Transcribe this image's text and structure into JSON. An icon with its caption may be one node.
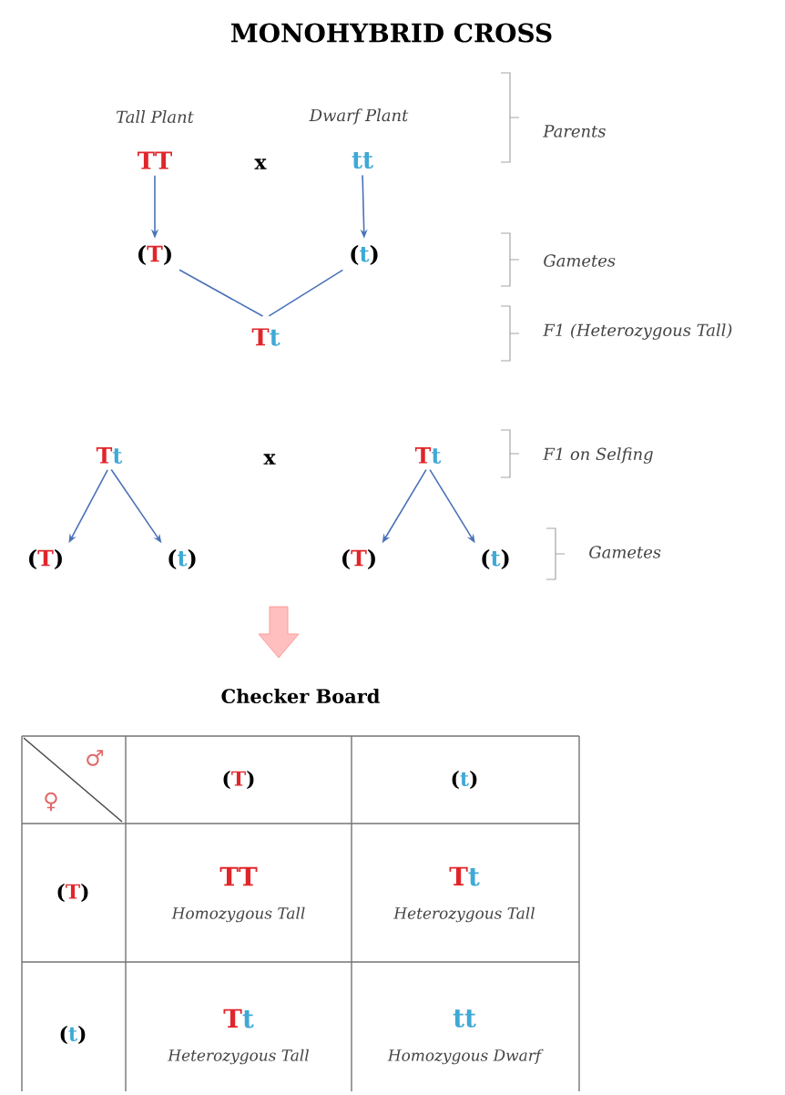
{
  "diagram": {
    "title": "MONOHYBRID CROSS",
    "nodes": [
      {
        "text": [
          "TT"
        ],
        "beside": [
          "Tall Plant"
        ]
      },
      {
        "text": [
          "tt"
        ],
        "beside": [
          "Dwarf Plant"
        ]
      },
      {
        "text": [
          "(T)"
        ]
      },
      {
        "text": [
          "(t)"
        ]
      },
      {
        "text": [
          "Tt"
        ]
      },
      {
        "text": [
          "Tt"
        ]
      },
      {
        "text": [
          "Tt"
        ]
      },
      {
        "text": [
          "(T)"
        ]
      },
      {
        "text": [
          "(t)"
        ]
      },
      {
        "text": [
          "(T)"
        ]
      },
      {
        "text": [
          "(t)"
        ]
      }
    ],
    "edges": [
      {
        "from": 0,
        "to": 2,
        "arrow": "to"
      },
      {
        "from": 1,
        "to": 3,
        "arrow": "to"
      },
      {
        "from": 2,
        "to": 4,
        "arrow": "none"
      },
      {
        "from": 3,
        "to": 4,
        "arrow": "none"
      },
      {
        "from": 5,
        "to": 7,
        "arrow": "to"
      },
      {
        "from": 5,
        "to": 8,
        "arrow": "to"
      },
      {
        "from": 6,
        "to": 9,
        "arrow": "to"
      },
      {
        "from": 6,
        "to": 10,
        "arrow": "to"
      }
    ],
    "labels": [
      "x",
      "Parents",
      "Gametes",
      "F1 (Heterozygous Tall)",
      "x",
      "F1 on Selfing",
      "Gametes",
      "Checker Board",
      "♂",
      "♀",
      "(T)",
      "(t)",
      "(T)",
      "TT",
      "Homozygous Tall",
      "Tt",
      "Heterozygous Tall",
      "(t)",
      "Tt",
      "Heterozygous Tall",
      "tt",
      "Homozygous Dwarf"
    ]
  }
}
